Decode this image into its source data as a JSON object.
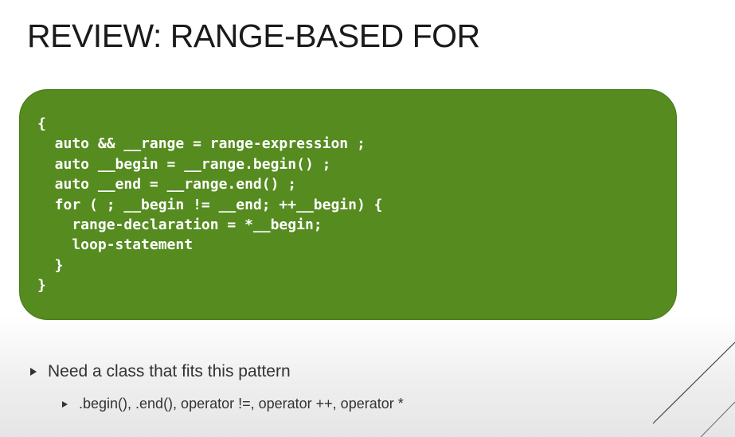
{
  "slide": {
    "title": "REVIEW: RANGE-BASED FOR"
  },
  "code": {
    "lines": [
      "{",
      "  auto && __range = range-expression ;",
      "  auto __begin = __range.begin() ;",
      "  auto __end = __range.end() ;",
      "  for ( ; __begin != __end; ++__begin) {",
      "    range-declaration = *__begin;",
      "    loop-statement",
      "  }",
      "}"
    ]
  },
  "bullets": {
    "level1": "Need a class that fits this pattern",
    "level2": ".begin(), .end(), operator !=, operator ++, operator *"
  },
  "colors": {
    "code_background": "#558b1f",
    "code_text": "#ffffff",
    "title_text": "#1a1a1a",
    "bullet_text": "#333333"
  }
}
